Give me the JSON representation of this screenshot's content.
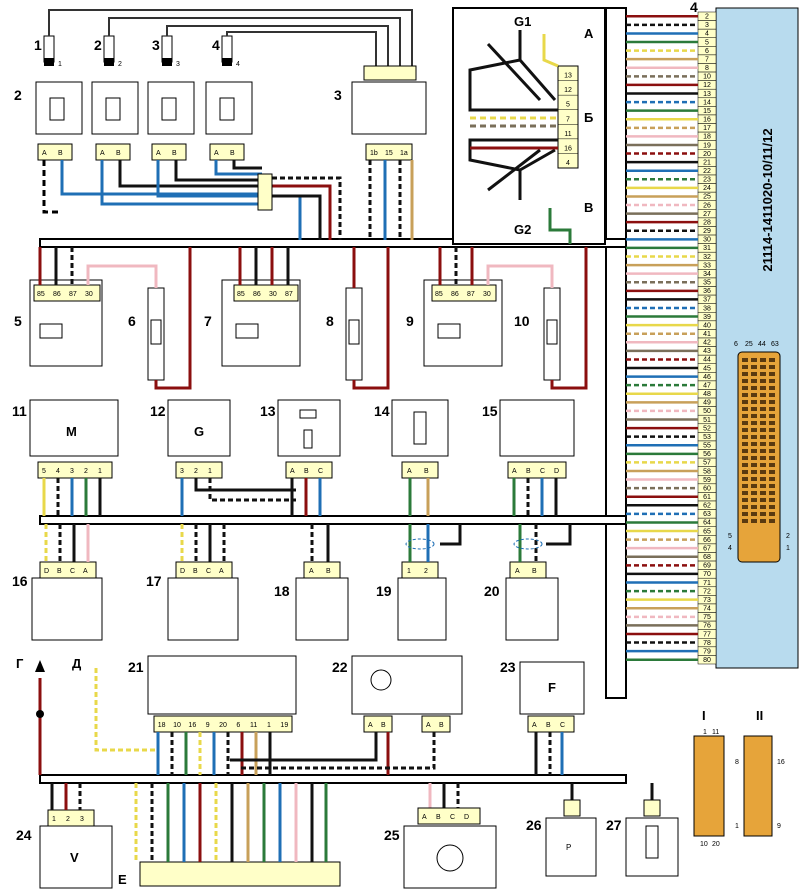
{
  "ecu_label": "21114-1411020-10/11/12",
  "ecu_connector_pins": [
    "6",
    "25",
    "44",
    "63",
    "5",
    "4",
    "2",
    "1"
  ],
  "ecu_pins": [
    "2",
    "3",
    "4",
    "5",
    "6",
    "7",
    "8",
    "10",
    "12",
    "13",
    "14",
    "15",
    "16",
    "17",
    "18",
    "19",
    "20",
    "21",
    "22",
    "23",
    "24",
    "25",
    "26",
    "27",
    "28",
    "29",
    "30",
    "31",
    "32",
    "33",
    "34",
    "35",
    "36",
    "37",
    "38",
    "39",
    "40",
    "41",
    "42",
    "43",
    "44",
    "45",
    "46",
    "47",
    "48",
    "49",
    "50",
    "51",
    "52",
    "53",
    "55",
    "56",
    "57",
    "58",
    "59",
    "60",
    "61",
    "62",
    "63",
    "64",
    "65",
    "66",
    "67",
    "68",
    "69",
    "70",
    "71",
    "72",
    "73",
    "74",
    "75",
    "76",
    "77",
    "78",
    "79",
    "80"
  ],
  "components": {
    "c1": "1",
    "c2": "2",
    "c3": "3",
    "c4": "4",
    "c5": "5",
    "c6": "6",
    "c7": "7",
    "c8": "8",
    "c9": "9",
    "c10": "10",
    "c11": "11",
    "c12": "12",
    "c13": "13",
    "c14": "14",
    "c15": "15",
    "c16": "16",
    "c17": "17",
    "c18": "18",
    "c19": "19",
    "c20": "20",
    "c21": "21",
    "c22": "22",
    "c23": "23",
    "c24": "24",
    "c25": "25",
    "c26": "26",
    "c27": "27"
  },
  "injector_numbers": [
    "1",
    "2",
    "3",
    "4"
  ],
  "module_labels": {
    "m": "M",
    "g": "G",
    "f": "F",
    "v": "V",
    "p": "P"
  },
  "relay_pins": [
    "85",
    "86",
    "87",
    "30"
  ],
  "relay7_pins": [
    "85",
    "86",
    "30",
    "87"
  ],
  "ignition_module": {
    "g1": "G1",
    "g2": "G2",
    "a": "А",
    "b": "Б",
    "v": "В",
    "pins": [
      "13",
      "12",
      "5",
      "7",
      "11",
      "16",
      "4"
    ]
  },
  "coil_pins": [
    "1b",
    "15",
    "1a"
  ],
  "ab_pins": [
    "A",
    "B"
  ],
  "abc_pins": [
    "A",
    "B",
    "C"
  ],
  "abcd_pins": [
    "A",
    "B",
    "C",
    "D"
  ],
  "dbca_pins": [
    "D",
    "B",
    "C",
    "A"
  ],
  "motor_pins": [
    "5",
    "4",
    "3",
    "2",
    "1"
  ],
  "gen_pins": [
    "3",
    "2",
    "1"
  ],
  "bus_pins": [
    "18",
    "10",
    "16",
    "9",
    "20",
    "6",
    "11",
    "1",
    "19"
  ],
  "small_pins": [
    "1",
    "2"
  ],
  "v_pins": [
    "1",
    "2",
    "3"
  ],
  "side_labels": {
    "g": "Г",
    "d": "Д",
    "e": "E"
  },
  "diag_roman": [
    "I",
    "II"
  ],
  "diag_i_pins": [
    "1",
    "11",
    "10",
    "20"
  ],
  "diag_ii_pins": [
    "8",
    "16",
    "1",
    "9"
  ]
}
